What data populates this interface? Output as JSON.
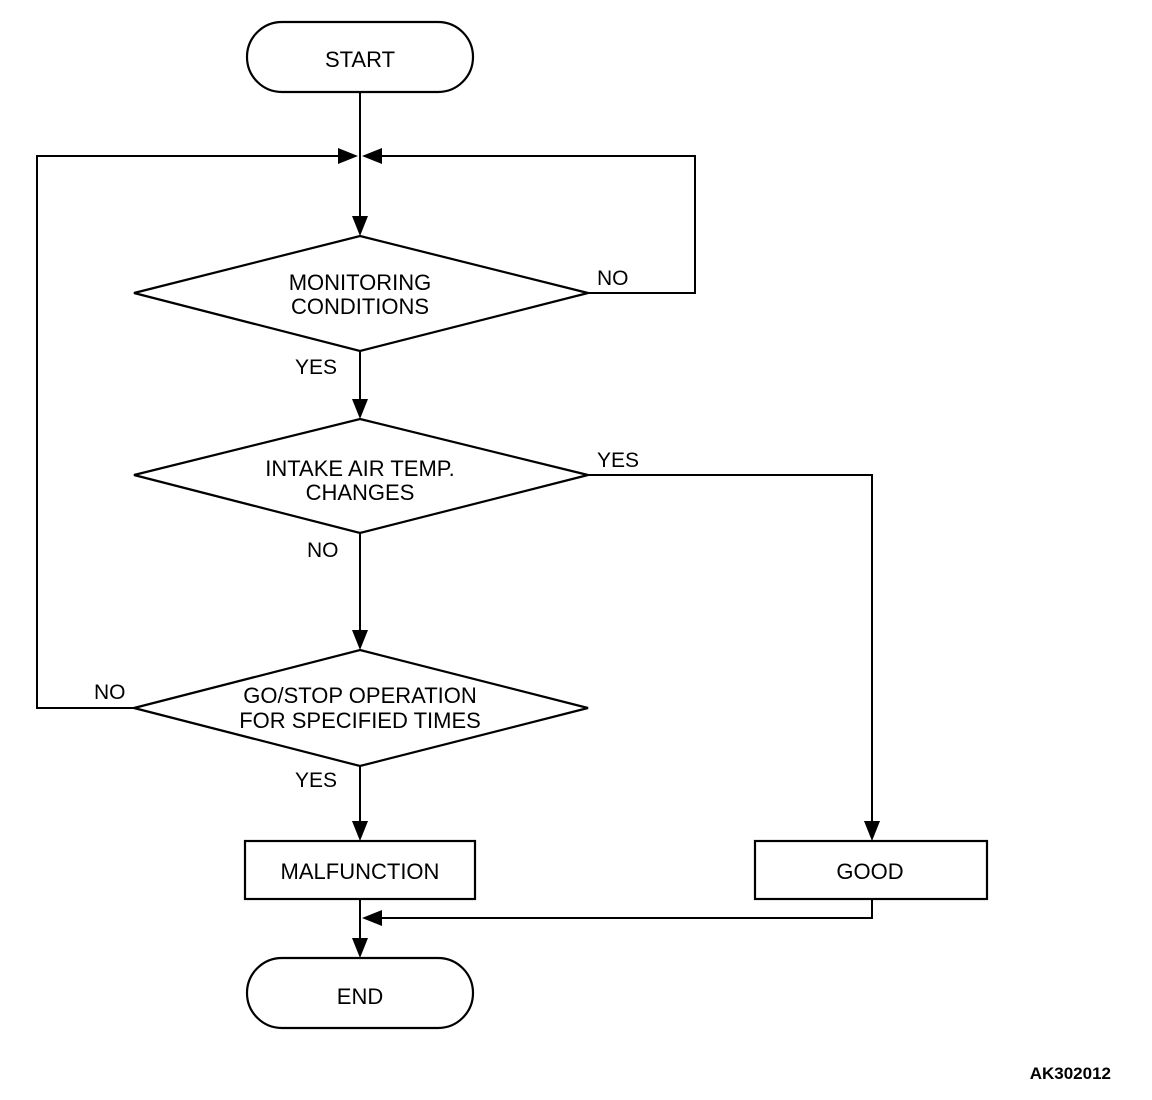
{
  "flowchart": {
    "start": "START",
    "monitoring": {
      "line1": "MONITORING",
      "line2": "CONDITIONS"
    },
    "intake": {
      "line1": "INTAKE AIR TEMP.",
      "line2": "CHANGES"
    },
    "gostop": {
      "line1": "GO/STOP OPERATION",
      "line2": "FOR SPECIFIED TIMES"
    },
    "malfunction": "MALFUNCTION",
    "good": "GOOD",
    "end": "END",
    "edges": {
      "monitoring_no": "NO",
      "monitoring_yes": "YES",
      "intake_yes": "YES",
      "intake_no": "NO",
      "gostop_no": "NO",
      "gostop_yes": "YES"
    }
  },
  "figure_id": "AK302012"
}
